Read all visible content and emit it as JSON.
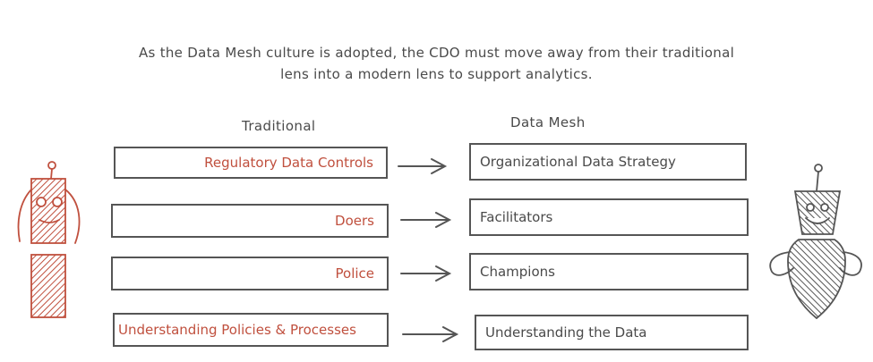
{
  "caption": {
    "line1": "As the Data Mesh culture is adopted, the CDO must move away from their traditional",
    "line2": "lens into a modern lens to support analytics."
  },
  "columns": {
    "traditional": "Traditional",
    "data_mesh": "Data Mesh"
  },
  "rows": [
    {
      "traditional": "Regulatory Data Controls",
      "data_mesh": "Organizational Data Strategy"
    },
    {
      "traditional": "Doers",
      "data_mesh": "Facilitators"
    },
    {
      "traditional": "Police",
      "data_mesh": "Champions"
    },
    {
      "traditional": "Understanding Policies & Processes",
      "data_mesh": "Understanding the Data"
    }
  ],
  "colors": {
    "traditional_text": "#c0503e",
    "robot_traditional": "#c0503e",
    "robot_modern": "#555555",
    "stroke": "#555555"
  },
  "icons": [
    "traditional-robot-icon",
    "modern-robot-icon",
    "arrow-icon"
  ]
}
